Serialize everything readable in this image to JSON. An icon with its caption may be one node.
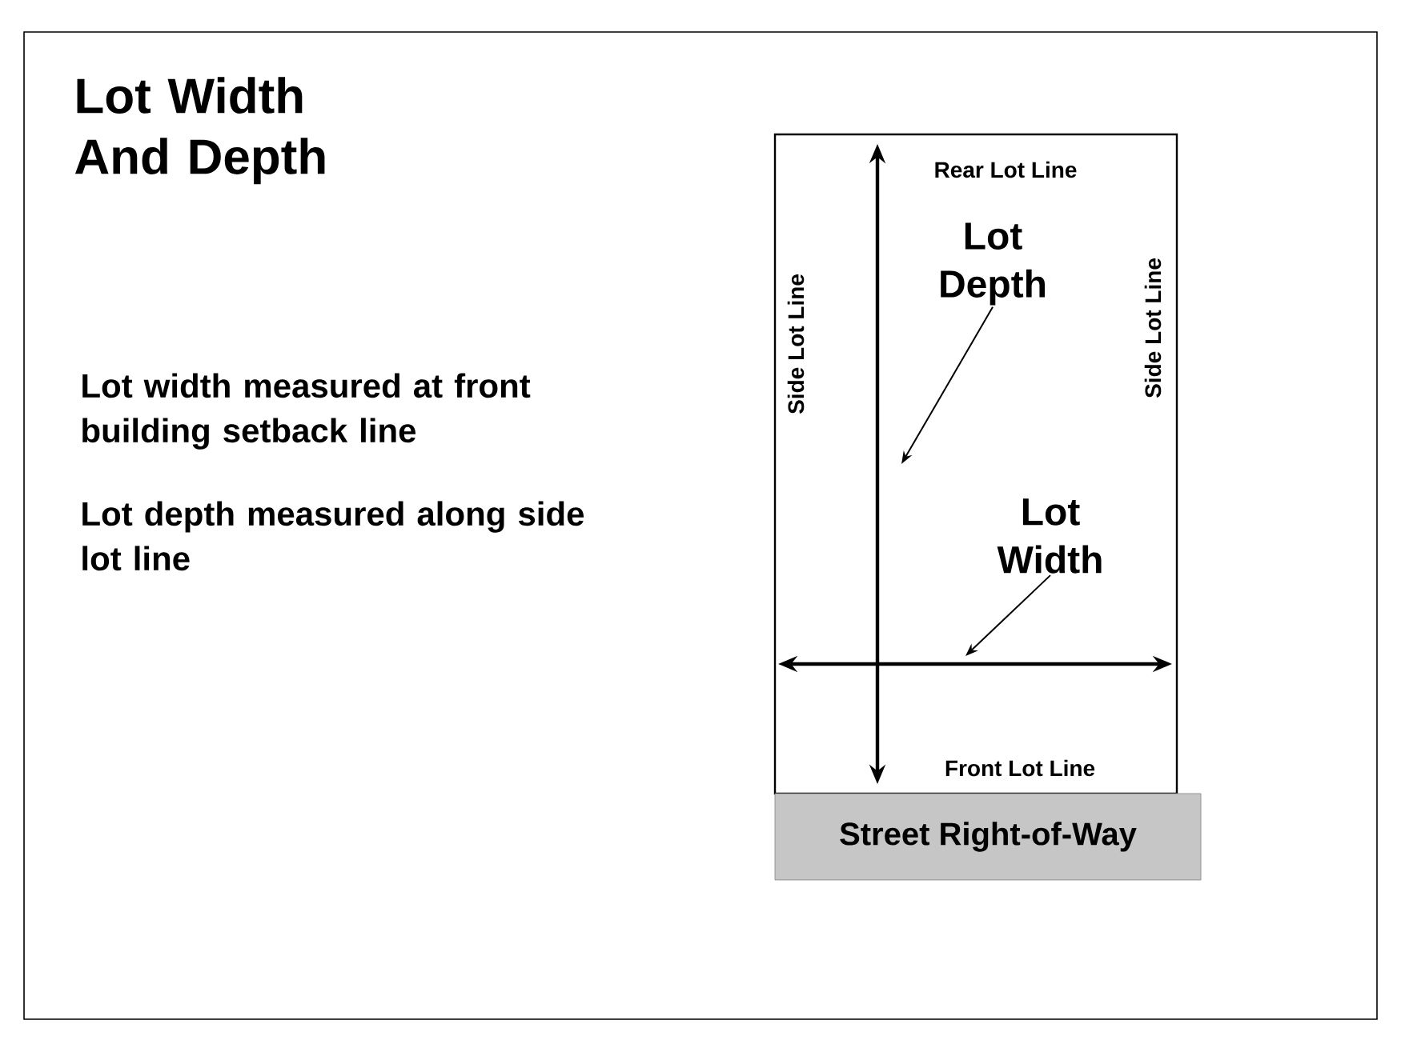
{
  "diagram": {
    "title": "Lot Width And Depth",
    "nodes": [
      {
        "text": [],
        "shape": "box"
      },
      {
        "text": [
          "Lot Depth"
        ],
        "in": 0
      },
      {
        "text": [
          "Lot Width"
        ],
        "in": 0
      },
      {
        "text": [
          "Street Right-of-Way"
        ]
      }
    ],
    "edges": [
      {
        "from": 1,
        "to": null,
        "arrow": "to"
      },
      {
        "from": 2,
        "to": null,
        "arrow": "to"
      }
    ],
    "labels": [
      "Lot width measured at front building setback line",
      "Lot depth measured along side lot line",
      "Rear Lot Line",
      "Side Lot Line",
      "Side Lot Line",
      "Front Lot Line"
    ]
  }
}
